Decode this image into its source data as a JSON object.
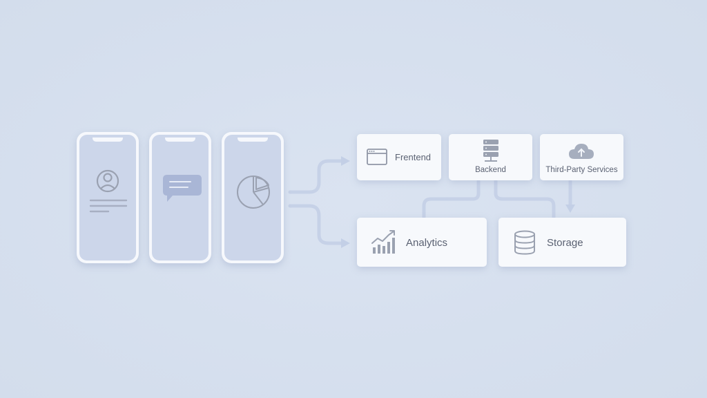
{
  "diagram": {
    "client_apps": [
      {
        "screen": "profile",
        "icon": "user-avatar-icon"
      },
      {
        "screen": "chat",
        "icon": "chat-bubble-icon"
      },
      {
        "screen": "charts",
        "icon": "pie-chart-icon"
      }
    ],
    "nodes": {
      "frontend": {
        "label": "Frentend",
        "icon": "browser-window-icon"
      },
      "backend": {
        "label": "Backend",
        "icon": "server-stack-icon"
      },
      "thirdparty": {
        "label": "Third-Party Services",
        "icon": "cloud-upload-icon"
      },
      "analytics": {
        "label": "Analytics",
        "icon": "trend-chart-icon"
      },
      "storage": {
        "label": "Storage",
        "icon": "database-icon"
      }
    },
    "colors": {
      "background": "#d6e0ef",
      "card": "#f7f9fc",
      "phone_screen": "#ccd6ea",
      "connector": "#c3cfe6",
      "icon_stroke": "#9097a6",
      "label_text": "#5a6172"
    }
  }
}
